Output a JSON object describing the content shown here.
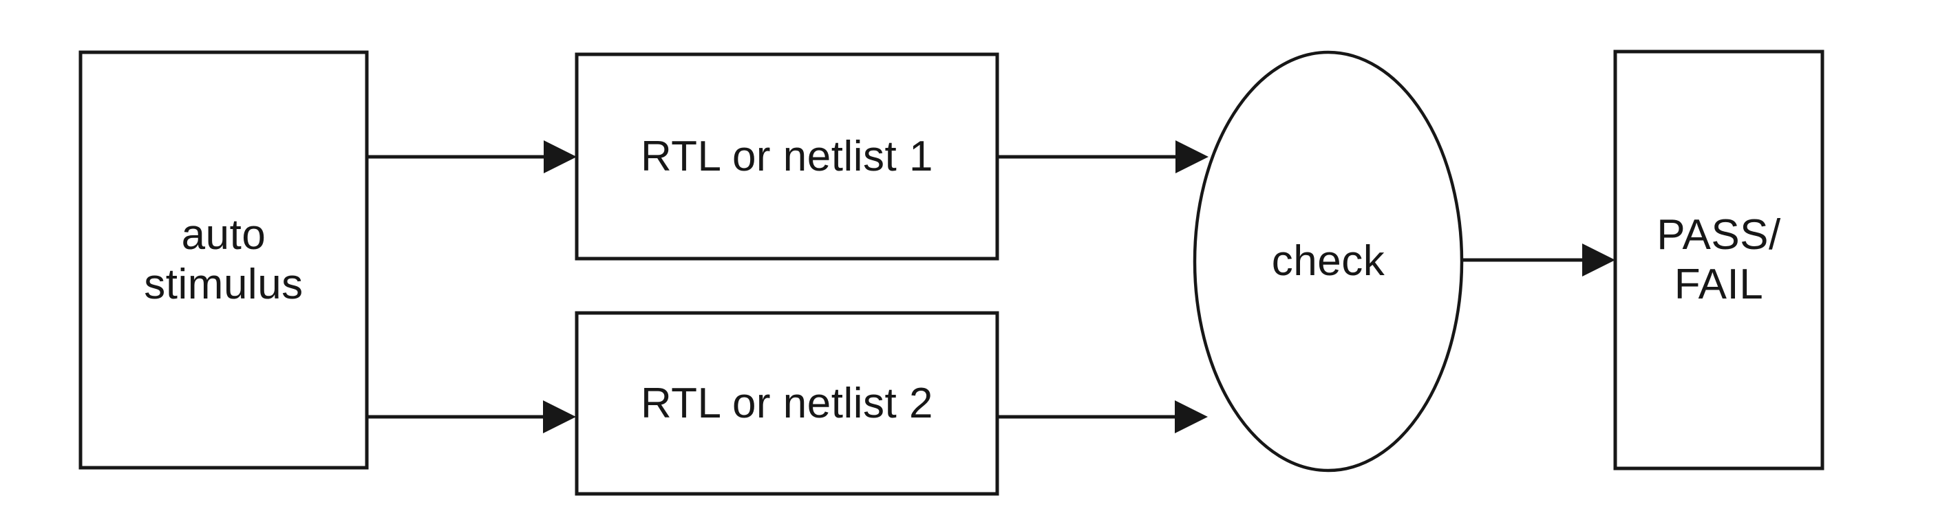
{
  "diagram": {
    "type": "flowchart",
    "colors": {
      "background": "#ffffff",
      "stroke": "#171717",
      "text": "#171717"
    },
    "nodes": {
      "auto_stimulus": {
        "shape": "rectangle",
        "line1": "auto",
        "line2": "stimulus"
      },
      "rtl1": {
        "shape": "rectangle",
        "label": "RTL or netlist 1"
      },
      "rtl2": {
        "shape": "rectangle",
        "label": "RTL or netlist 2"
      },
      "check": {
        "shape": "ellipse",
        "label": "check"
      },
      "pass_fail": {
        "shape": "rectangle",
        "line1": "PASS/",
        "line2": "FAIL"
      }
    },
    "edges": [
      {
        "from": "auto_stimulus",
        "to": "rtl1",
        "style": "arrow"
      },
      {
        "from": "auto_stimulus",
        "to": "rtl2",
        "style": "arrow"
      },
      {
        "from": "rtl1",
        "to": "check",
        "style": "arrow"
      },
      {
        "from": "rtl2",
        "to": "check",
        "style": "arrow"
      },
      {
        "from": "check",
        "to": "pass_fail",
        "style": "arrow"
      }
    ]
  }
}
